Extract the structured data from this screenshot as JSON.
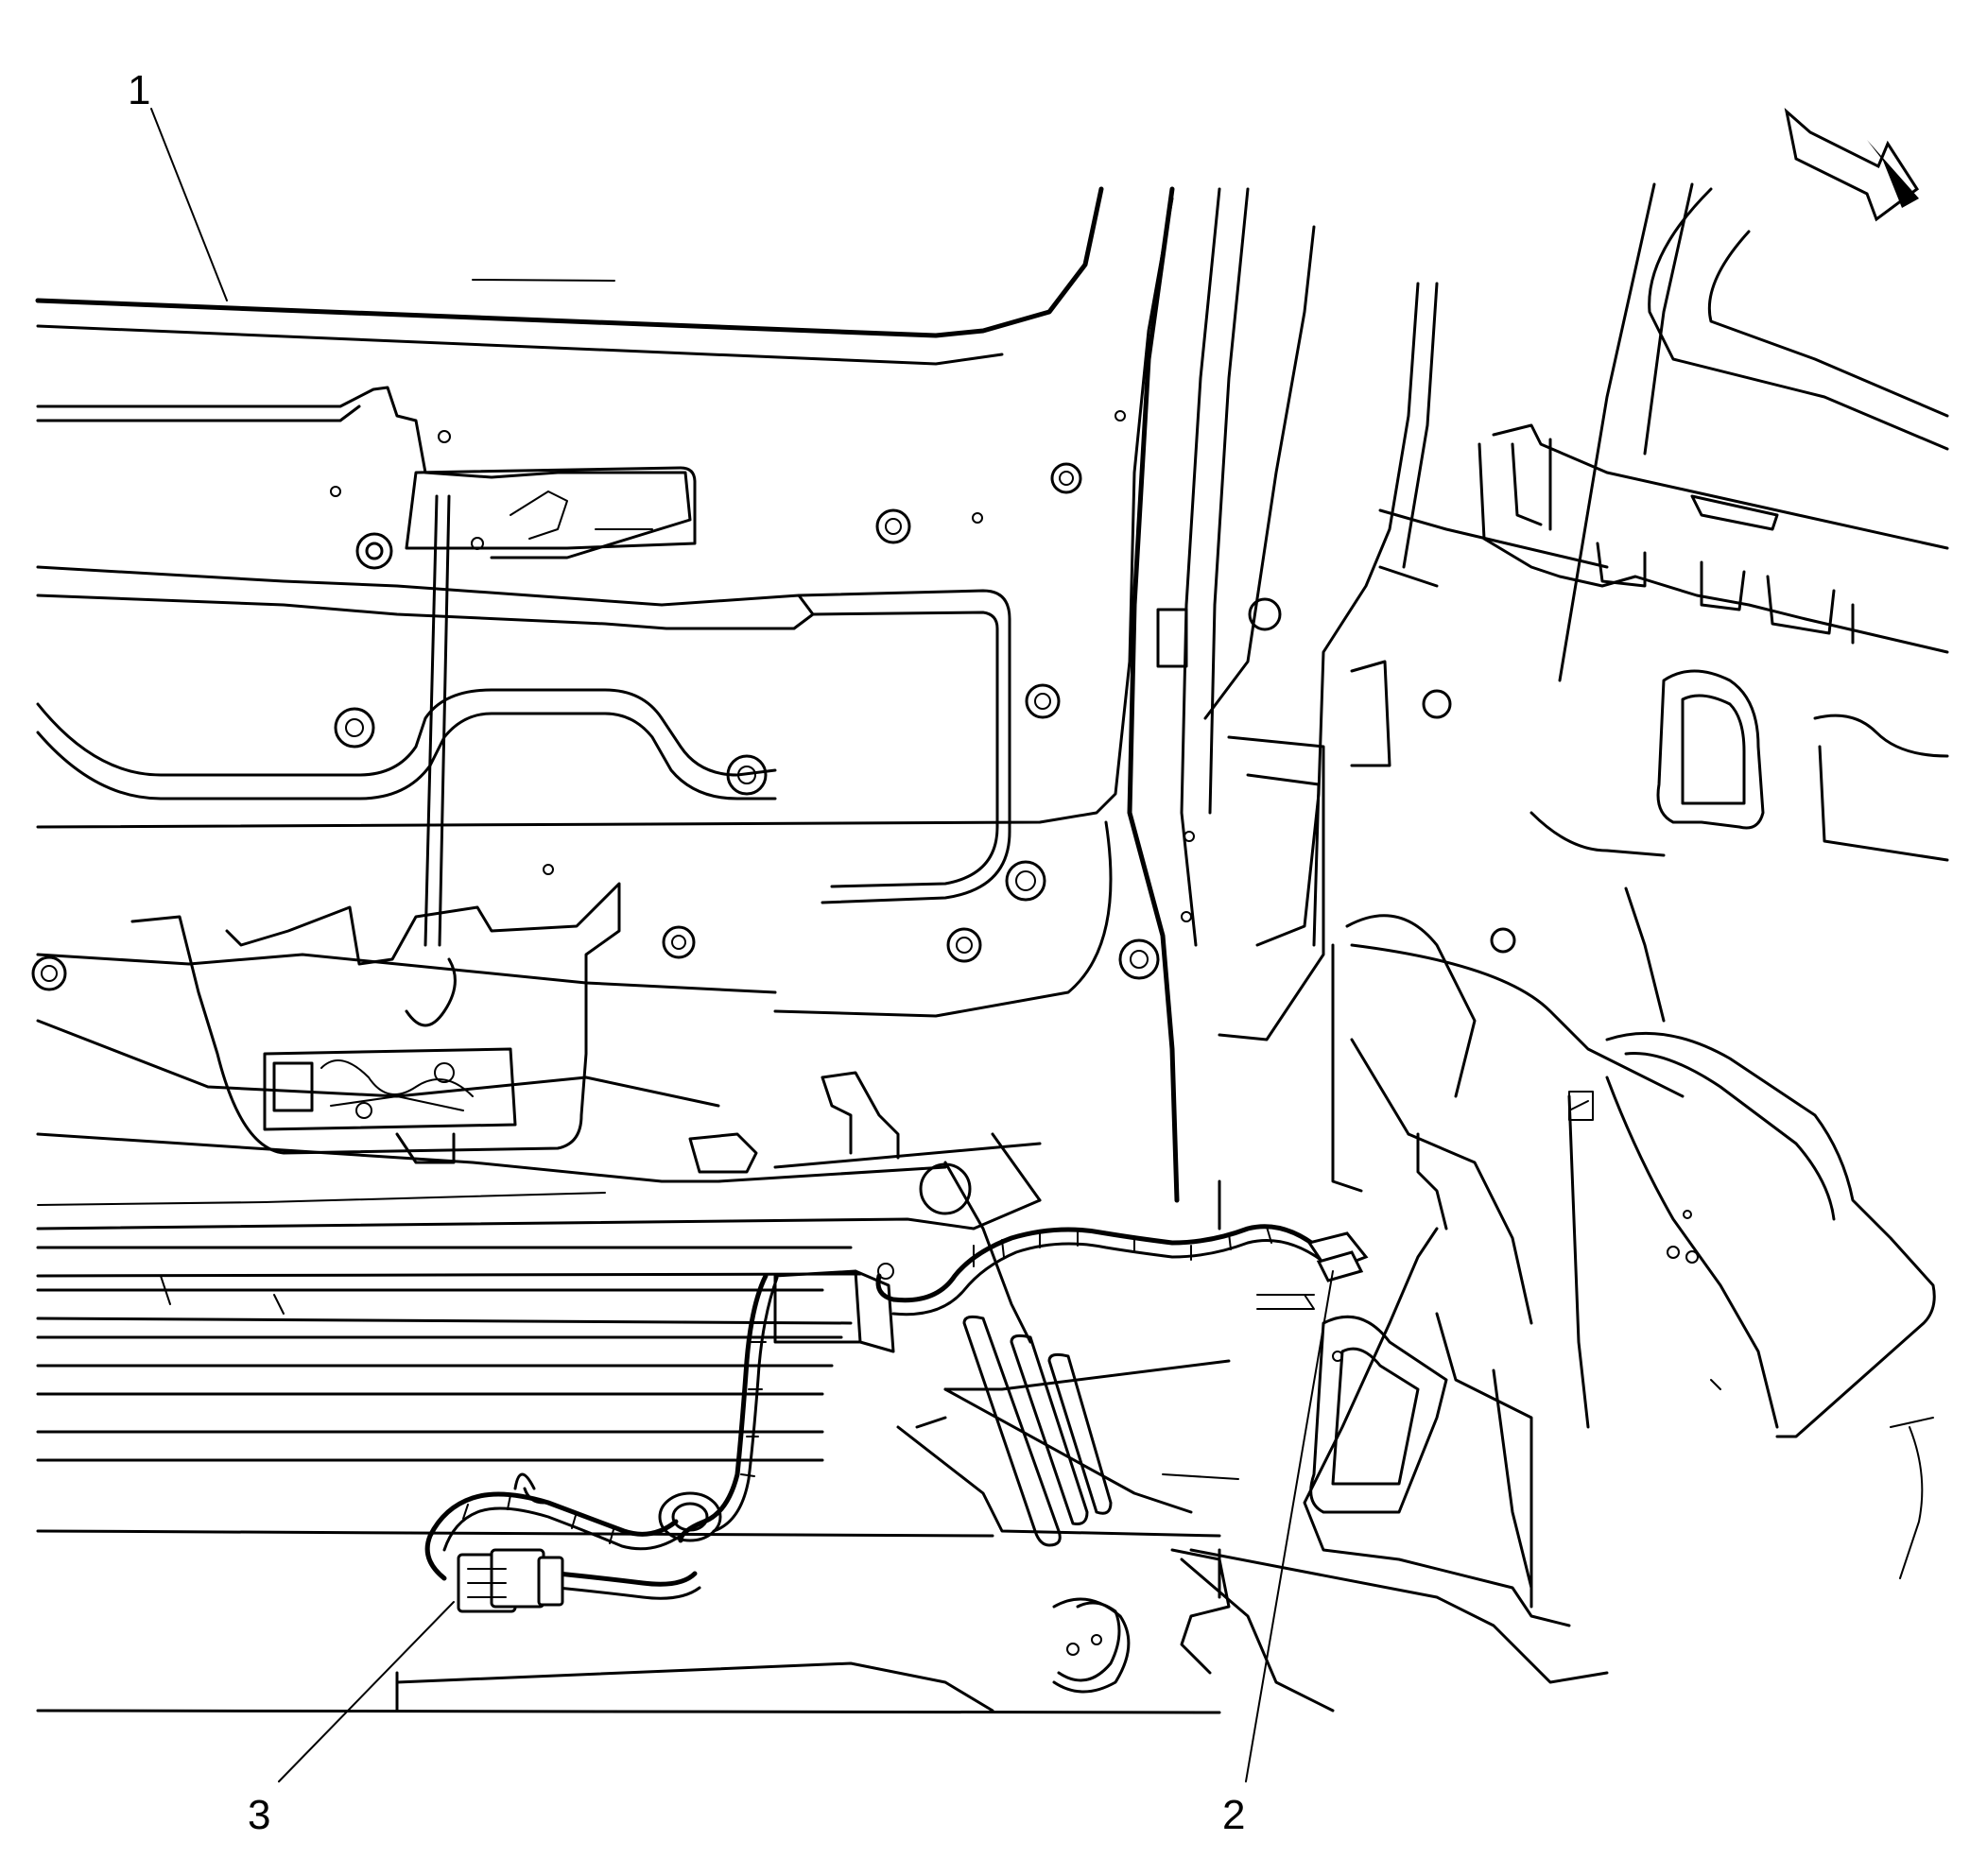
{
  "callouts": [
    {
      "id": "1",
      "label": "1"
    },
    {
      "id": "2",
      "label": "2"
    },
    {
      "id": "3",
      "label": "3"
    }
  ],
  "orientation_arrow": {
    "icon": "forward-direction-arrow-icon"
  },
  "colors": {
    "line": "#000000",
    "background": "#ffffff"
  }
}
